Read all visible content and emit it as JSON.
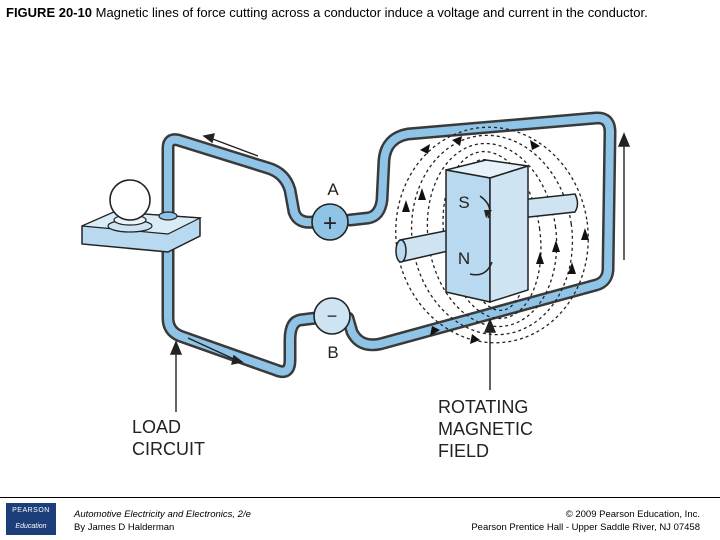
{
  "caption": {
    "figure_no": "FIGURE 20-10",
    "text": "Magnetic lines of force cutting across a conductor induce a voltage and current in the conductor."
  },
  "diagram": {
    "terminal_a": "A",
    "terminal_b": "B",
    "plus_sign": "+",
    "minus_sign": "−",
    "pole_s": "S",
    "pole_n": "N",
    "load_label_1": "LOAD",
    "load_label_2": "CIRCUIT",
    "field_label_1": "ROTATING",
    "field_label_2": "MAGNETIC",
    "field_label_3": "FIELD"
  },
  "footer": {
    "logo_top": "PEARSON",
    "logo_bottom": "Education",
    "book_title": "Automotive Electricity and Electronics, 2/e",
    "author": "By James D Halderman",
    "copyright": "© 2009 Pearson Education, Inc.",
    "publisher": "Pearson Prentice Hall - Upper Saddle River, NJ 07458"
  },
  "colors": {
    "wire": "#8fc4e6",
    "wire_outline": "#3a3a3a",
    "footer_logo": "#1c3f7a"
  }
}
